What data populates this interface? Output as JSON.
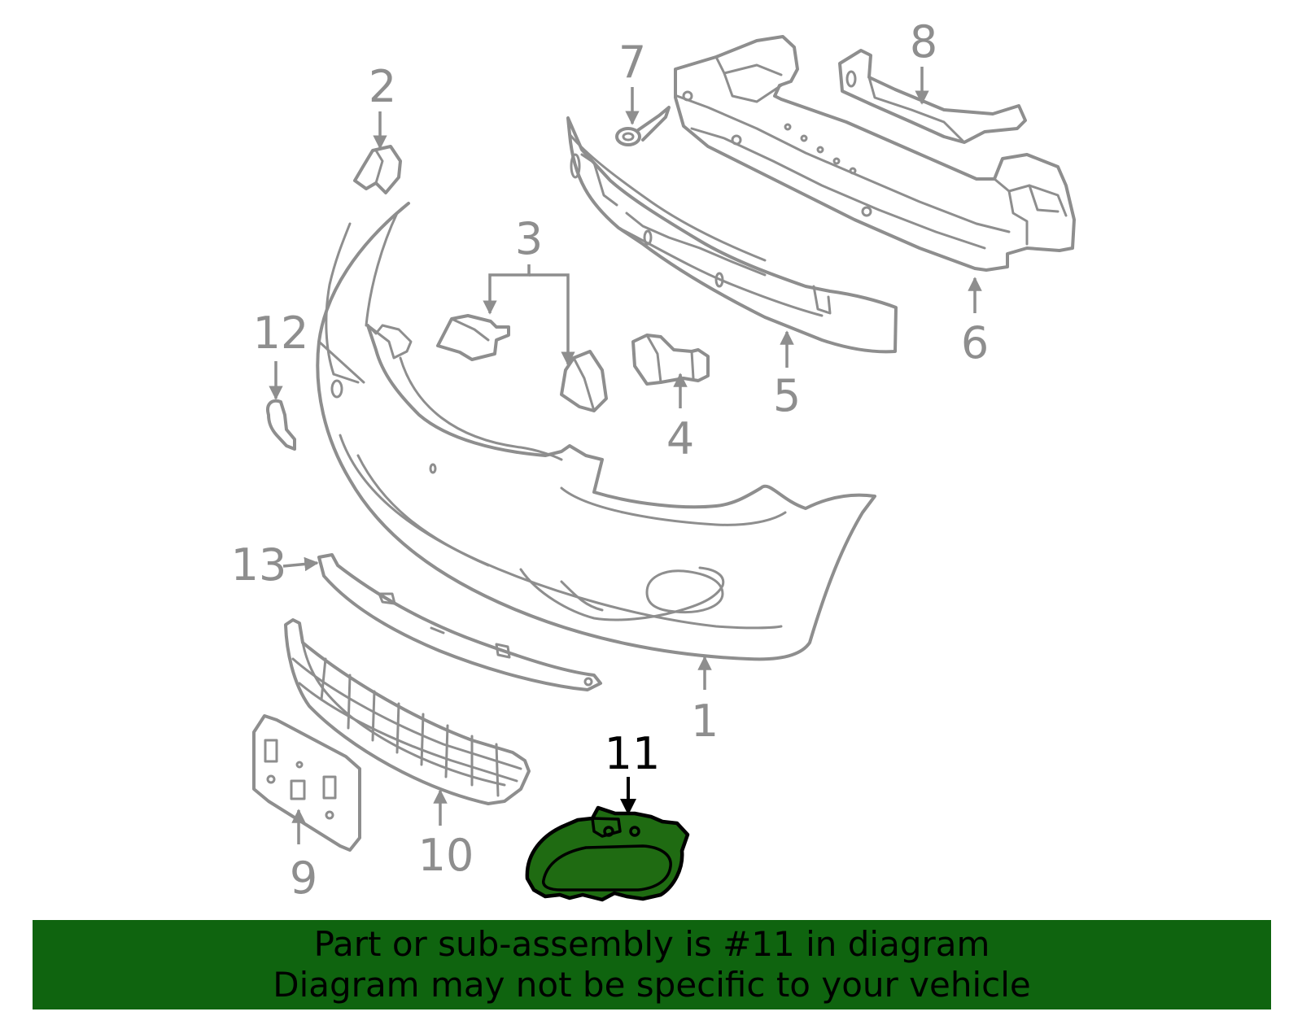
{
  "callouts": {
    "c1": "1",
    "c2": "2",
    "c3": "3",
    "c4": "4",
    "c5": "5",
    "c6": "6",
    "c7": "7",
    "c8": "8",
    "c9": "9",
    "c10": "10",
    "c11": "11",
    "c12": "12",
    "c13": "13"
  },
  "highlighted_part": "11",
  "footer": {
    "line1": "Part or sub-assembly is #11 in diagram",
    "line2": "Diagram may not be specific to your vehicle"
  },
  "colors": {
    "outline": "#8e8e8e",
    "highlight_fill": "#1f6b12",
    "banner": "#0f640f",
    "text": "#000000"
  }
}
